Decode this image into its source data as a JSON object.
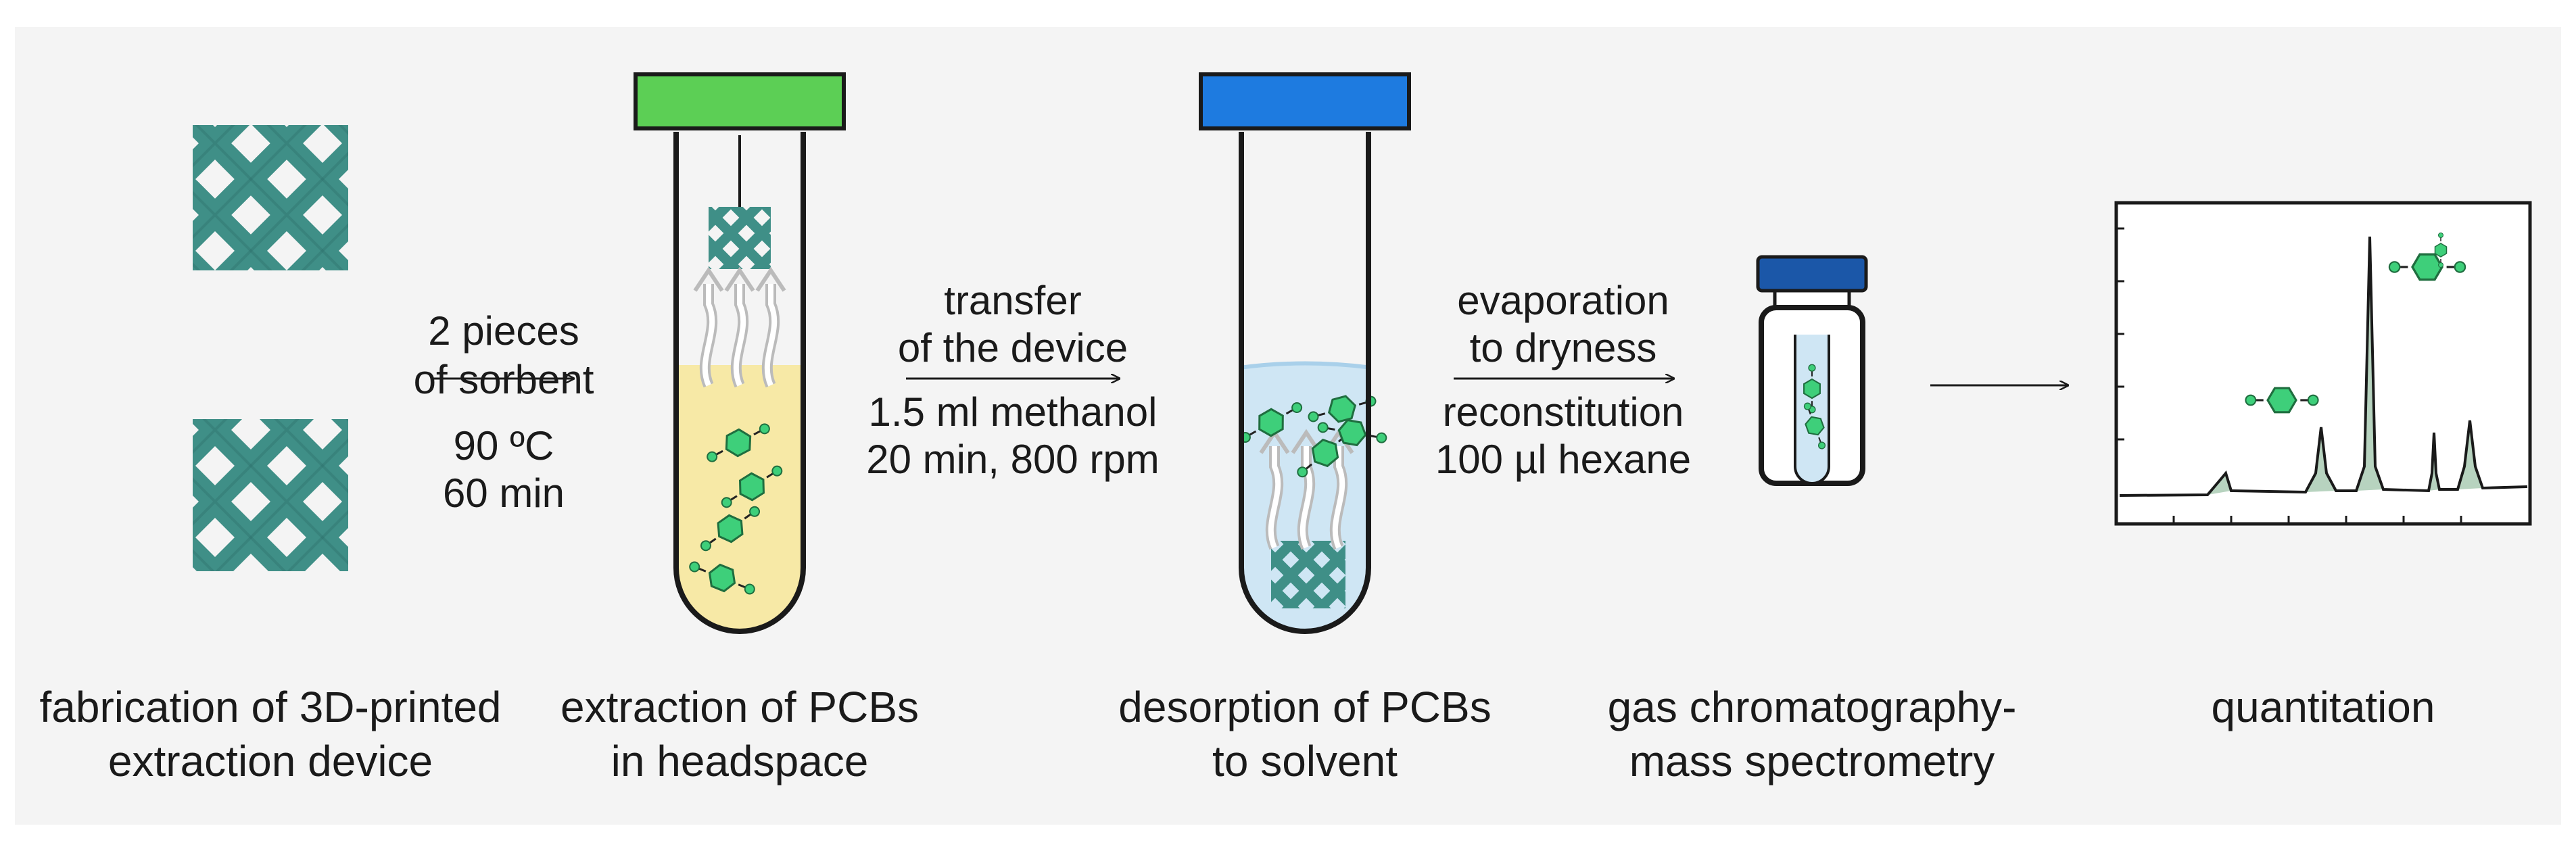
{
  "colors": {
    "panel_bg": "#f4f4f4",
    "mesh": "#3f8f87",
    "mesh_edge": "#2b6c66",
    "cap_green": "#5ccf55",
    "cap_blue": "#1e7be0",
    "cap_navy": "#1b57a8",
    "sample_liquid": "#f7e9a6",
    "solvent": "#cfe6f4",
    "molecule": "#3ecf7a",
    "peak_fill": "#b7d3bf",
    "trace": "#1a1a1a"
  },
  "icons": [
    "lattice-mesh-icon",
    "test-tube-icon",
    "vial-icon",
    "pcb-molecule-icon",
    "vapor-arrow-icon",
    "chromatogram-icon"
  ],
  "steps": [
    {
      "caption_line1": "fabrication of 3D-printed",
      "caption_line2": "extraction device"
    },
    {
      "caption_line1": "extraction of PCBs",
      "caption_line2": "in headspace"
    },
    {
      "caption_line1": "desorption of PCBs",
      "caption_line2": "to solvent"
    },
    {
      "caption_line1": "gas chromatography-",
      "caption_line2": "mass spectrometry"
    },
    {
      "caption_line1": "quantitation",
      "caption_line2": ""
    }
  ],
  "arrows": [
    {
      "above_line1": "2 pieces",
      "above_line2": "of sorbent",
      "below_line1": "90 ºC",
      "below_line2": "60 min"
    },
    {
      "above_line1": "transfer",
      "above_line2": "of the device",
      "below_line1": "1.5 ml methanol",
      "below_line2": "20 min, 800 rpm"
    },
    {
      "above_line1": "evaporation",
      "above_line2": "to dryness",
      "below_line1": "reconstitution",
      "below_line2": "100 µl hexane"
    },
    {
      "above_line1": "",
      "above_line2": "",
      "below_line1": "",
      "below_line2": ""
    }
  ]
}
